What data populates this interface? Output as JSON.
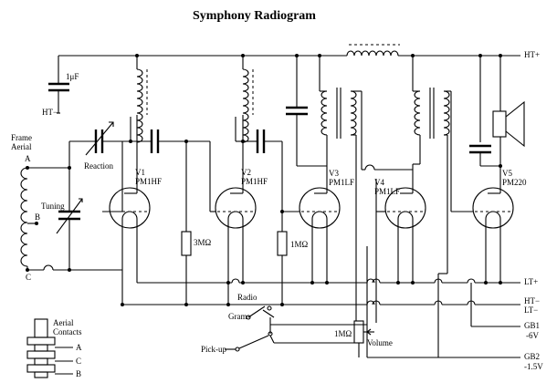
{
  "title": "Symphony Radiogram",
  "rails": {
    "ht_plus": "HT+",
    "ht_minus_left": "HT−",
    "lt_plus": "LT+",
    "ht_minus": "HT−",
    "lt_minus": "LT−",
    "gb1": "GB1",
    "gb1_v": "-6V",
    "gb2": "GB2",
    "gb2_v": "-1.5V"
  },
  "components": {
    "cap_1uf": "1μF",
    "frame_aerial": "Frame",
    "frame_aerial_2": "Aerial",
    "reaction": "Reaction",
    "tuning": "Tuning",
    "tap_a": "A",
    "tap_b": "B",
    "tap_c": "C",
    "r1": "3MΩ",
    "r2": "1MΩ",
    "vol_r": "1MΩ",
    "volume": "Volume",
    "radio": "Radio",
    "gram": "Gram",
    "pickup": "Pick-up"
  },
  "valves": [
    {
      "id": "V1",
      "type": "PM1HF"
    },
    {
      "id": "V2",
      "type": "PM1HF"
    },
    {
      "id": "V3",
      "type": "PM1LF"
    },
    {
      "id": "V4",
      "type": "PM1LF"
    },
    {
      "id": "V5",
      "type": "PM220"
    }
  ],
  "legend": {
    "title_1": "Aerial",
    "title_2": "Contacts",
    "a": "A",
    "c": "C",
    "b": "B"
  }
}
